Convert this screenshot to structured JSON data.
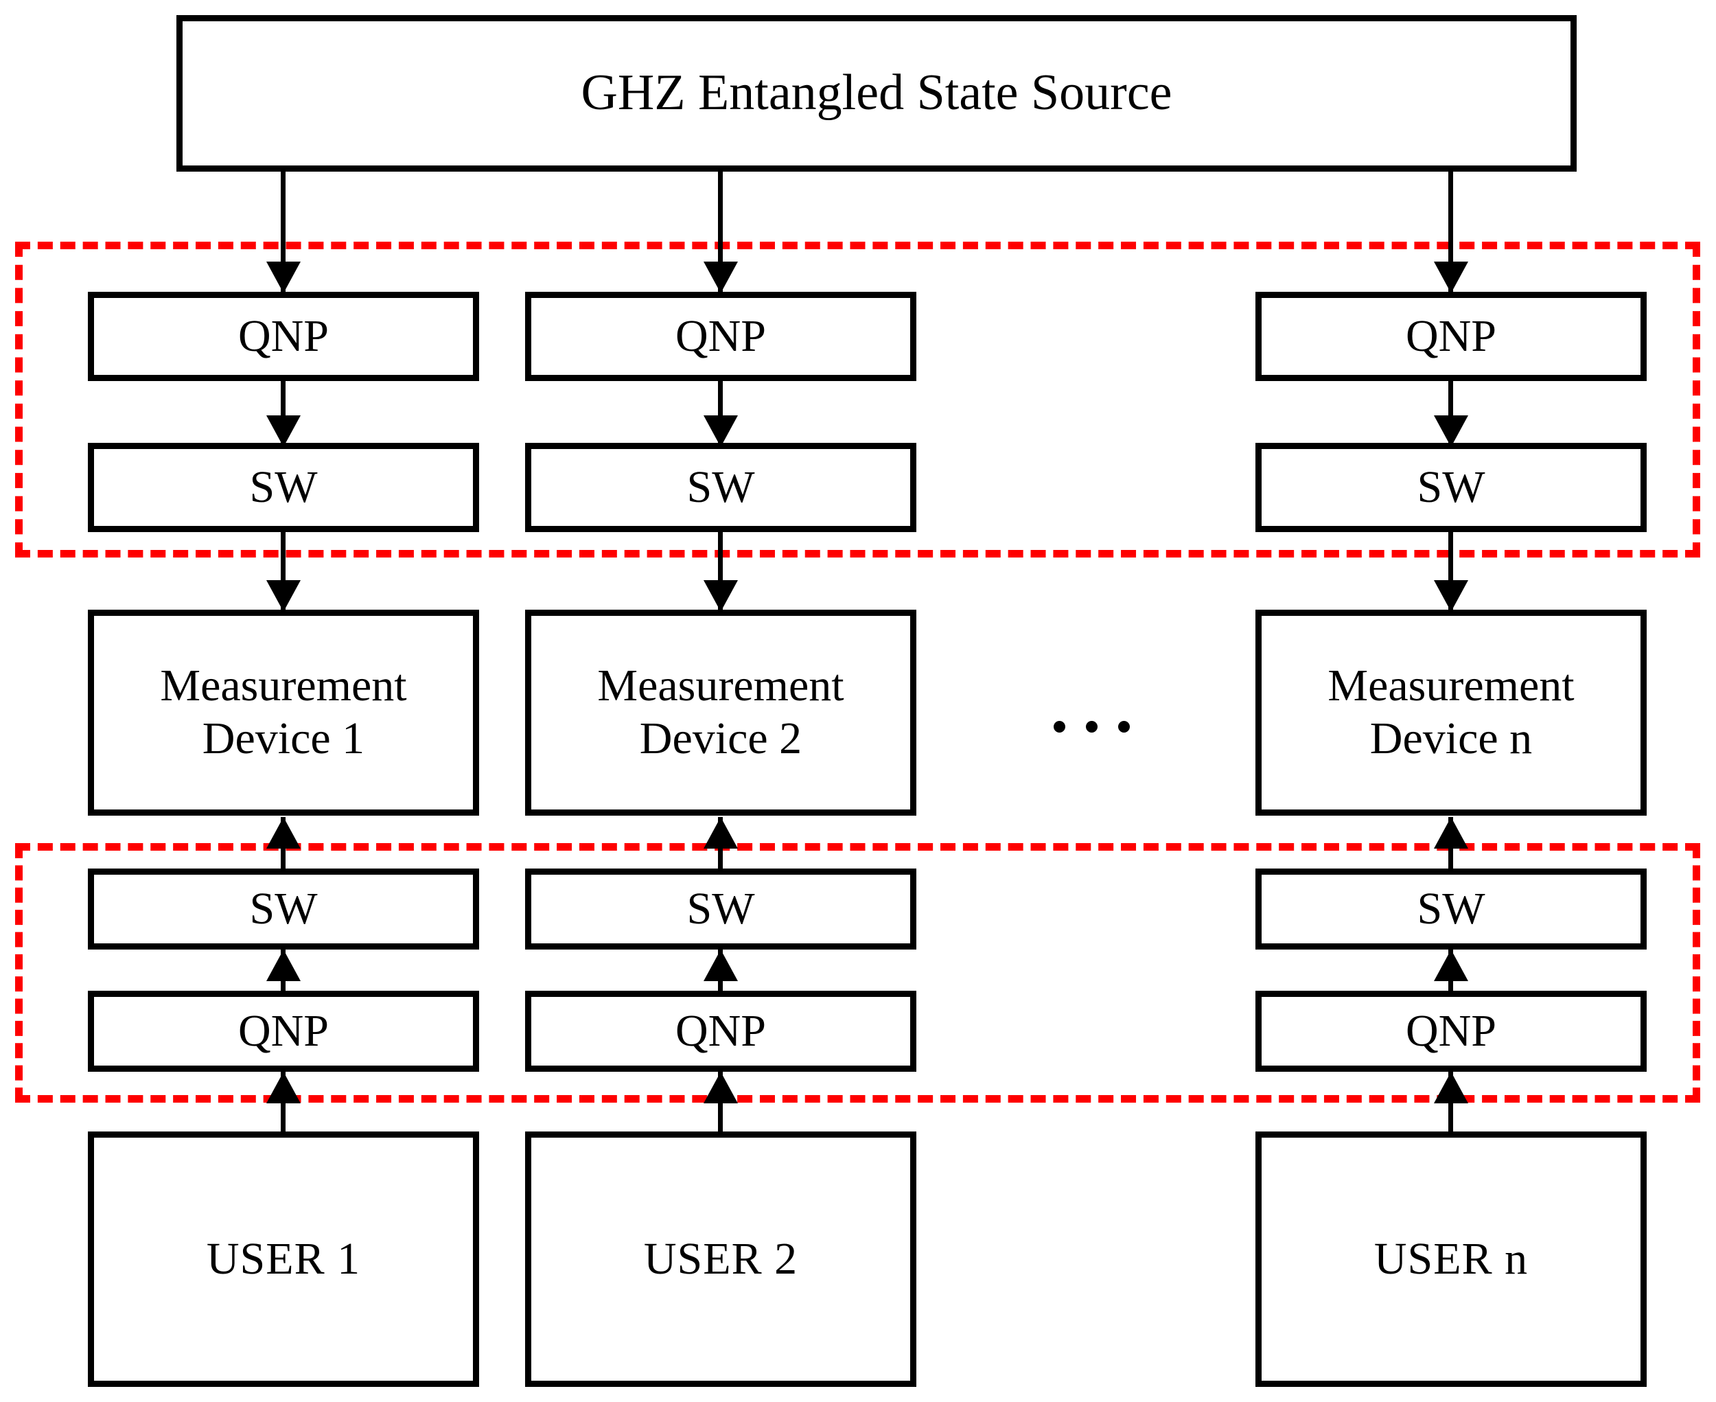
{
  "diagram": {
    "title": "GHZ Entangled State Source",
    "source_box": {
      "label": "GHZ Entangled State Source"
    },
    "ellipsis": "· · ·",
    "colors": {
      "box_stroke": "#000000",
      "zone_stroke": "#fe0000",
      "background": "#ffffff",
      "text": "#000000"
    },
    "zones": [
      {
        "name": "upper-untrusted-zone",
        "label": ""
      },
      {
        "name": "lower-untrusted-zone",
        "label": ""
      }
    ],
    "columns": [
      {
        "id": 1,
        "upper_qnp": "QNP",
        "upper_sw": "SW",
        "device": "Measurement\nDevice 1",
        "lower_sw": "SW",
        "lower_qnp": "QNP",
        "user": "USER 1"
      },
      {
        "id": 2,
        "upper_qnp": "QNP",
        "upper_sw": "SW",
        "device": "Measurement\nDevice 2",
        "lower_sw": "SW",
        "lower_qnp": "QNP",
        "user": "USER 2"
      },
      {
        "id": 3,
        "upper_qnp": "QNP",
        "upper_sw": "SW",
        "device": "Measurement\nDevice n",
        "lower_sw": "SW",
        "lower_qnp": "QNP",
        "user": "USER n"
      }
    ]
  }
}
